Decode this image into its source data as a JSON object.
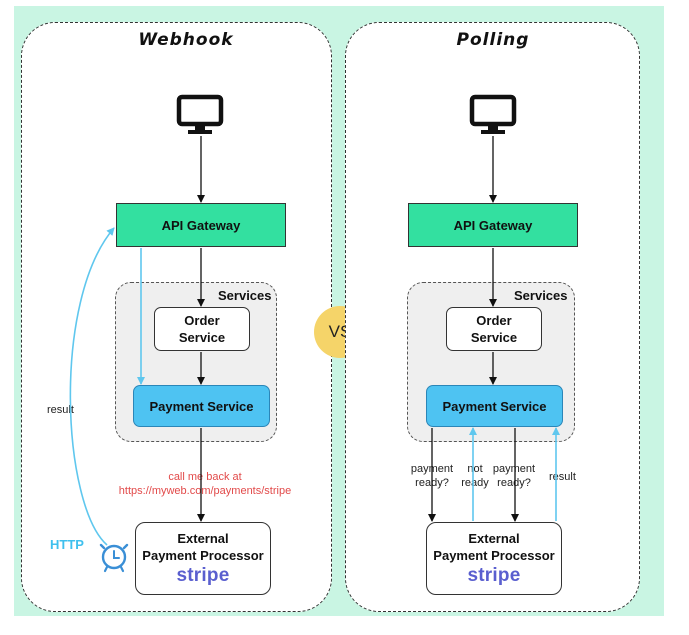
{
  "comparison": {
    "separator_label": "VS",
    "colors": {
      "background": "#c9f5e3",
      "gateway": "#33e0a0",
      "payment_service": "#4ec3f2",
      "callback_arrow": "#5fc7ee",
      "callback_text": "#e24a4a",
      "stripe": "#5a5fcf",
      "vs_badge": "#f5d469"
    }
  },
  "webhook": {
    "title": "Webhook",
    "client_icon": "monitor-icon",
    "api_gateway": "API Gateway",
    "services_group": "Services",
    "order_service": {
      "line1": "Order",
      "line2": "Service"
    },
    "payment_service": "Payment Service",
    "callback_label": {
      "line1": "call me back at",
      "line2": "https://myweb.com/payments/stripe"
    },
    "external": {
      "line1": "External",
      "line2": "Payment Processor",
      "brand": "stripe"
    },
    "result_label": "result",
    "http_label": "HTTP",
    "callback_icon": "alarm-clock-icon"
  },
  "polling": {
    "title": "Polling",
    "client_icon": "monitor-icon",
    "api_gateway": "API Gateway",
    "services_group": "Services",
    "order_service": {
      "line1": "Order",
      "line2": "Service"
    },
    "payment_service": "Payment Service",
    "arrow_labels": {
      "poll1": {
        "line1": "payment",
        "line2": "ready?"
      },
      "reply1": {
        "line1": "not",
        "line2": "ready"
      },
      "poll2": {
        "line1": "payment",
        "line2": "ready?"
      },
      "reply2": "result"
    },
    "external": {
      "line1": "External",
      "line2": "Payment Processor",
      "brand": "stripe"
    }
  }
}
